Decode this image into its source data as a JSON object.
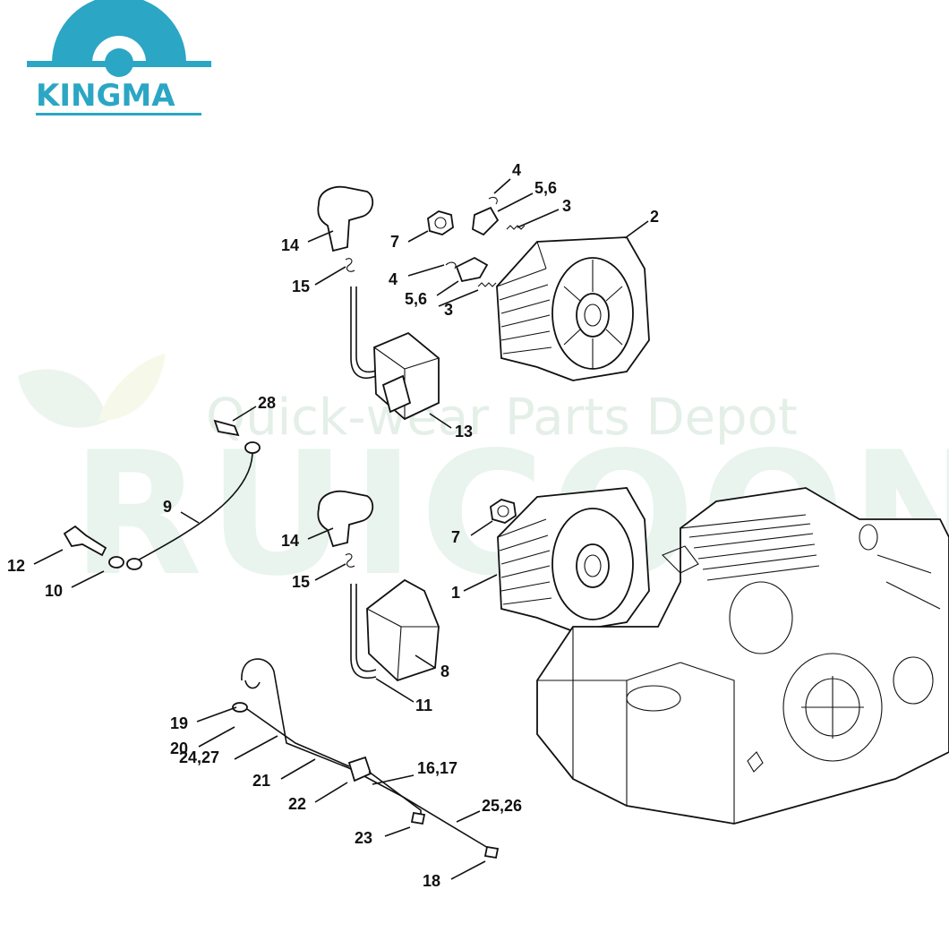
{
  "brand": {
    "logo_text": "KINGMA",
    "color": "#2ba6c4"
  },
  "watermark": {
    "tagline": "Quick-wear Parts Depot",
    "big_text": "RUICOONS",
    "color": "#cfe3d6"
  },
  "callouts": [
    "2",
    "4",
    "5,6",
    "3",
    "7",
    "14",
    "15",
    "4",
    "5,6",
    "3",
    "13",
    "28",
    "9",
    "12",
    "10",
    "14",
    "15",
    "7",
    "1",
    "8",
    "11",
    "19",
    "20",
    "24,27",
    "21",
    "22",
    "16,17",
    "23",
    "25,26",
    "18"
  ]
}
